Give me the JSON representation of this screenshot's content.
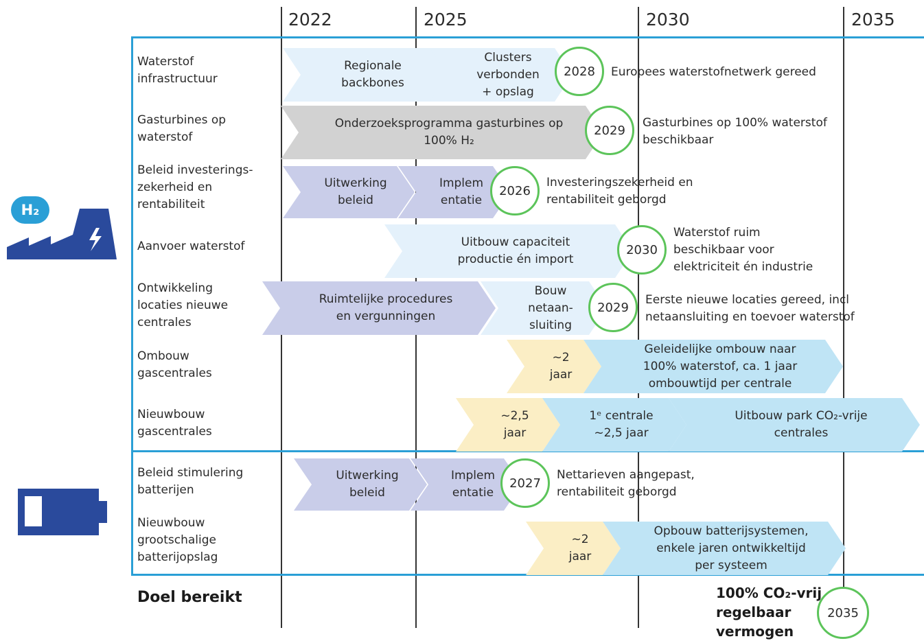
{
  "years": [
    "2022",
    "2025",
    "2030",
    "2035"
  ],
  "rows": [
    "Waterstof\ninfrastructuur",
    "Gasturbines op\nwaterstof",
    "Beleid investerings-\nzekerheid en\nrentabiliteit",
    "Aanvoer waterstof",
    "Ontwikkeling\nlocaties nieuwe\ncentrales",
    "Ombouw\ngascentrales",
    "Nieuwbouw\ngascentrales",
    "Beleid stimulering\nbatterijen",
    "Nieuwbouw\ngrootschalige\nbatterijopslag"
  ],
  "goal_label": "Doel bereikt",
  "arrows": {
    "r1a": "Regionale\nbackbones",
    "r1b": "Clusters\nverbonden\n+ opslag",
    "r2a": "Onderzoeksprogramma gasturbines op\n100% H₂",
    "r3a": "Uitwerking\nbeleid",
    "r3b": "Implem\nentatie",
    "r4a": "Uitbouw capaciteit\nproductie én import",
    "r5a": "Ruimtelijke procedures\nen vergunningen",
    "r5b": "Bouw\nnetaan-\nsluiting",
    "r6a": "~2\njaar",
    "r6b": "Geleidelijke ombouw naar\n100% waterstof, ca. 1 jaar\nombouwtijd per centrale",
    "r7a": "~2,5\njaar",
    "r7b": "1ᵉ centrale\n~2,5 jaar",
    "r7c": "Uitbouw park CO₂-vrije\ncentrales",
    "r8a": "Uitwerking\nbeleid",
    "r8b": "Implem\nentatie",
    "r9a": "~2\njaar",
    "r9b": "Opbouw batterijsystemen,\nenkele jaren ontwikkeltijd\nper systeem"
  },
  "milestones": {
    "m1": {
      "year": "2028",
      "text": "Europees waterstofnetwerk gereed"
    },
    "m2": {
      "year": "2029",
      "text": "Gasturbines op 100% waterstof\nbeschikbaar"
    },
    "m3": {
      "year": "2026",
      "text": "Investeringszekerheid en\nrentabiliteit geborgd"
    },
    "m4": {
      "year": "2030",
      "text": "Waterstof ruim\nbeschikbaar voor\nelektriciteit én industrie"
    },
    "m5": {
      "year": "2029",
      "text": "Eerste nieuwe locaties gereed, incl\nnetaansluiting en toevoer waterstof"
    },
    "m8": {
      "year": "2027",
      "text": "Nettarieven aangepast,\nrentabiliteit geborgd"
    },
    "goal": {
      "year": "2035",
      "text": "100% CO₂-vrij\nregelbaar\nvermogen"
    }
  },
  "icons": {
    "hydrogen_badge": "H₂",
    "hydrogen": "hydrogen-factory-icon",
    "battery": "battery-icon"
  },
  "colors": {
    "frame": "#2a9fd6",
    "milestone": "#5cc45a",
    "icon": "#2a4a9c"
  }
}
